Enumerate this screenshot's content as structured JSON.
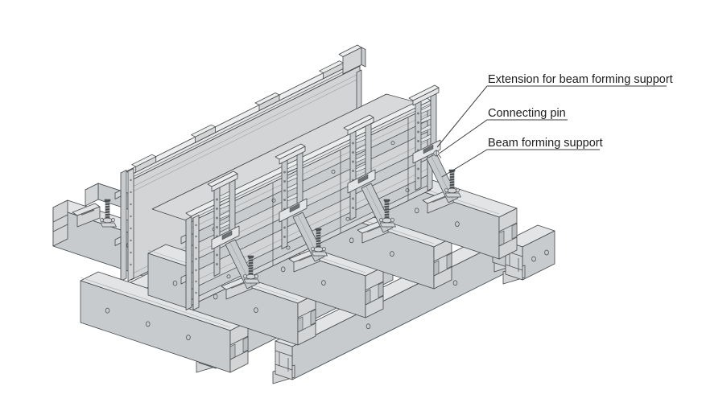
{
  "diagram": {
    "type": "isometric-technical-drawing",
    "subject": "beam formwork supported on beam forming supports",
    "labels": [
      {
        "id": "extension",
        "text": "Extension for beam forming support"
      },
      {
        "id": "connecting-pin",
        "text": "Connecting pin"
      },
      {
        "id": "beam-forming-support",
        "text": "Beam forming support"
      }
    ],
    "colors": {
      "background": "#ffffff",
      "line": "#45484b",
      "leader_line": "#3a3d40",
      "text": "#1c1c1c",
      "fill_lightest": "#eceded",
      "fill_light": "#e2e4e5",
      "fill_mid": "#d2d4d6",
      "fill_mid_dark": "#c8cbcd",
      "fill_dark": "#bcbfc1",
      "fill_slot": "#6d7073",
      "fill_rod": "#4f5255",
      "fill_hole": "#7c7f82"
    }
  }
}
